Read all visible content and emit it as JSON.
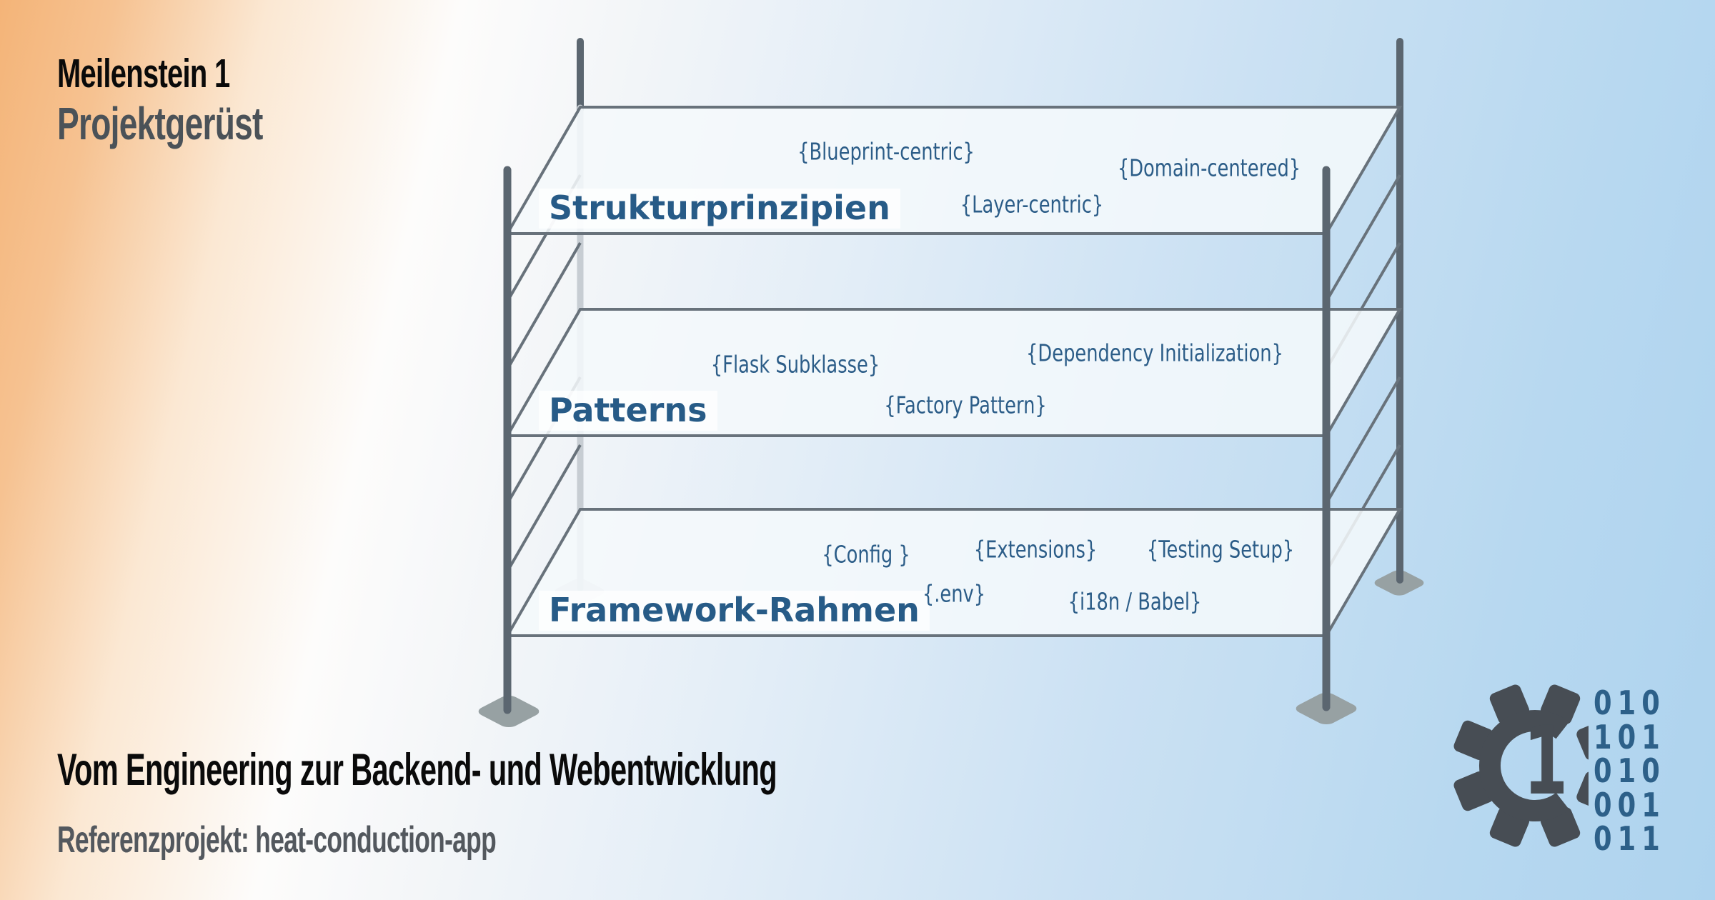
{
  "slide": {
    "kicker": "Meilenstein 1",
    "title": "Projektgerüst",
    "footer_title": "Vom Engineering zur Backend- und Webentwicklung",
    "footer_subtitle": "Referenzprojekt: heat-conduction-app"
  },
  "scaffold": {
    "shelves": [
      {
        "heading": "Strukturprinzipien",
        "tags": [
          "{Blueprint-centric}",
          "{Domain-centered}",
          "{Layer-centric}"
        ]
      },
      {
        "heading": "Patterns",
        "tags": [
          "{Flask Subklasse}",
          "{Dependency Initialization}",
          "{Factory Pattern}"
        ]
      },
      {
        "heading": "Framework-Rahmen",
        "tags": [
          "{Config }",
          "{Extensions}",
          "{Testing Setup}",
          "{.env}",
          "{i18n / Babel}"
        ]
      }
    ]
  },
  "milestone_badge": {
    "number": "1",
    "binary_rows": [
      "010",
      "101",
      "010",
      "001",
      "011"
    ],
    "icon": "gear-icon"
  },
  "colors": {
    "gradient_left_orange": "#f4b478",
    "gradient_right_blue": "#b7d8f0",
    "accent_blue": "#2c5d88",
    "heading_blue": "#275b87",
    "frame_gray": "#68727b",
    "pole_gray": "#5b6670",
    "faded_pole_gray": "#c7cdd3",
    "gear_gray": "#474d54",
    "title_black": "#0a0a0a",
    "subtitle_gray": "#4b5258"
  }
}
